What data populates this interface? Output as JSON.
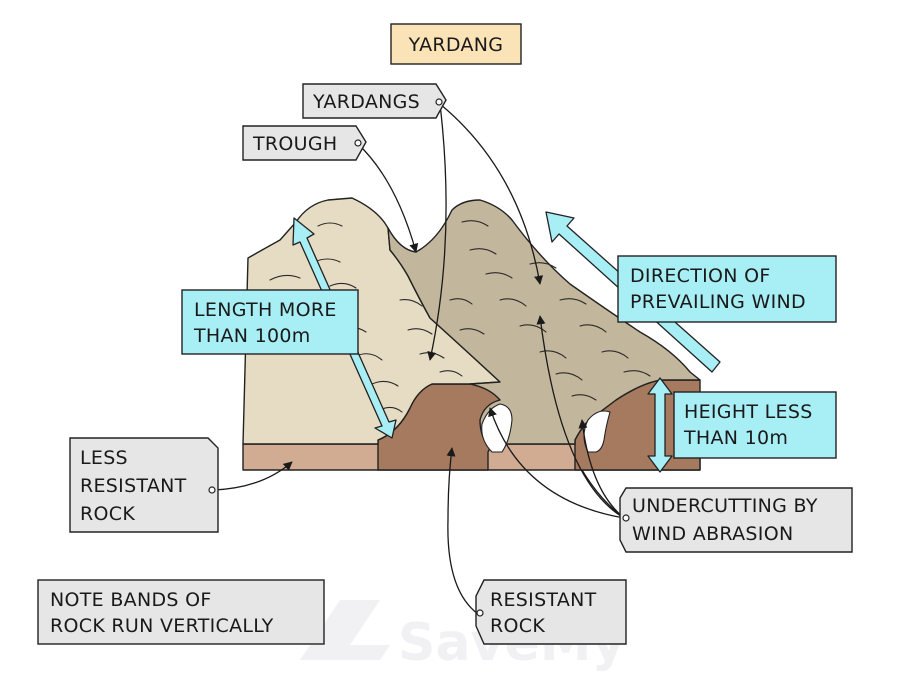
{
  "title": "YARDANG",
  "labels": {
    "yardangs": "YARDANGS",
    "trough": "TROUGH",
    "length_line1": "LENGTH MORE",
    "length_line2": "THAN 100m",
    "wind_line1": "DIRECTION OF",
    "wind_line2": "PREVAILING WIND",
    "height_line1": "HEIGHT LESS",
    "height_line2": "THAN 10m",
    "less_resistant_line1": "LESS",
    "less_resistant_line2": "RESISTANT",
    "less_resistant_line3": "ROCK",
    "undercutting_line1": "UNDERCUTTING BY",
    "undercutting_line2": "WIND ABRASION",
    "note_line1": "NOTE BANDS OF",
    "note_line2": "ROCK RUN VERTICALLY",
    "resistant_line1": "RESISTANT",
    "resistant_line2": "ROCK"
  },
  "watermark": "SaveMy",
  "colors": {
    "title_box": "#fbe3b8",
    "label_grey": "#e6e6e6",
    "label_cyan": "#a8eef5",
    "arrow_cyan": "#a8eef5",
    "yardang_light": "#e6dcc3",
    "yardang_dark": "#c2b69c",
    "resistant_rock": "#a57a5e",
    "less_resistant_band": "#d1ac92"
  }
}
